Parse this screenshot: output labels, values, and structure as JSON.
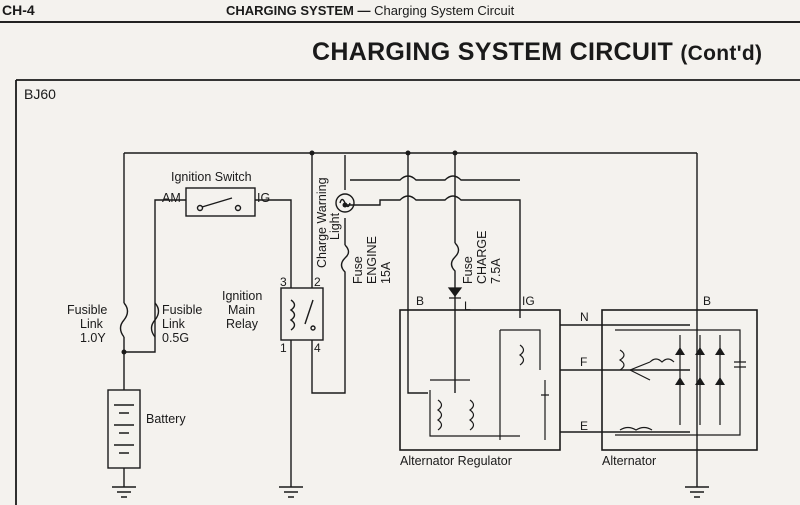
{
  "header": {
    "page_code": "CH-4",
    "section": "CHARGING SYSTEM",
    "separator": " — ",
    "subsection": "Charging System Circuit"
  },
  "title": "CHARGING SYSTEM CIRCUIT",
  "title_suffix": "(Cont'd)",
  "model": "BJ60",
  "labels": {
    "ignition_switch": "Ignition Switch",
    "am": "AM",
    "ig": "IG",
    "charge_warning_light_1": "Charge Warning",
    "charge_warning_light_2": "Light",
    "fuse_engine_1": "Fuse",
    "fuse_engine_2": "ENGINE",
    "fuse_engine_3": "15A",
    "fuse_charge_1": "Fuse",
    "fuse_charge_2": "CHARGE",
    "fuse_charge_3": "7.5A",
    "fusible_link_a_1": "Fusible",
    "fusible_link_a_2": "Link",
    "fusible_link_a_3": "1.0Y",
    "fusible_link_b_1": "Fusible",
    "fusible_link_b_2": "Link",
    "fusible_link_b_3": "0.5G",
    "ignition_main_relay_1": "Ignition",
    "ignition_main_relay_2": "Main",
    "ignition_main_relay_3": "Relay",
    "battery": "Battery",
    "alternator_regulator": "Alternator Regulator",
    "alternator": "Alternator"
  },
  "terminals": {
    "relay_3": "3",
    "relay_2": "2",
    "relay_1": "1",
    "relay_4": "4",
    "reg_b": "B",
    "reg_l": "L",
    "reg_ig": "IG",
    "n": "N",
    "f": "F",
    "e": "E",
    "alt_b": "B"
  }
}
